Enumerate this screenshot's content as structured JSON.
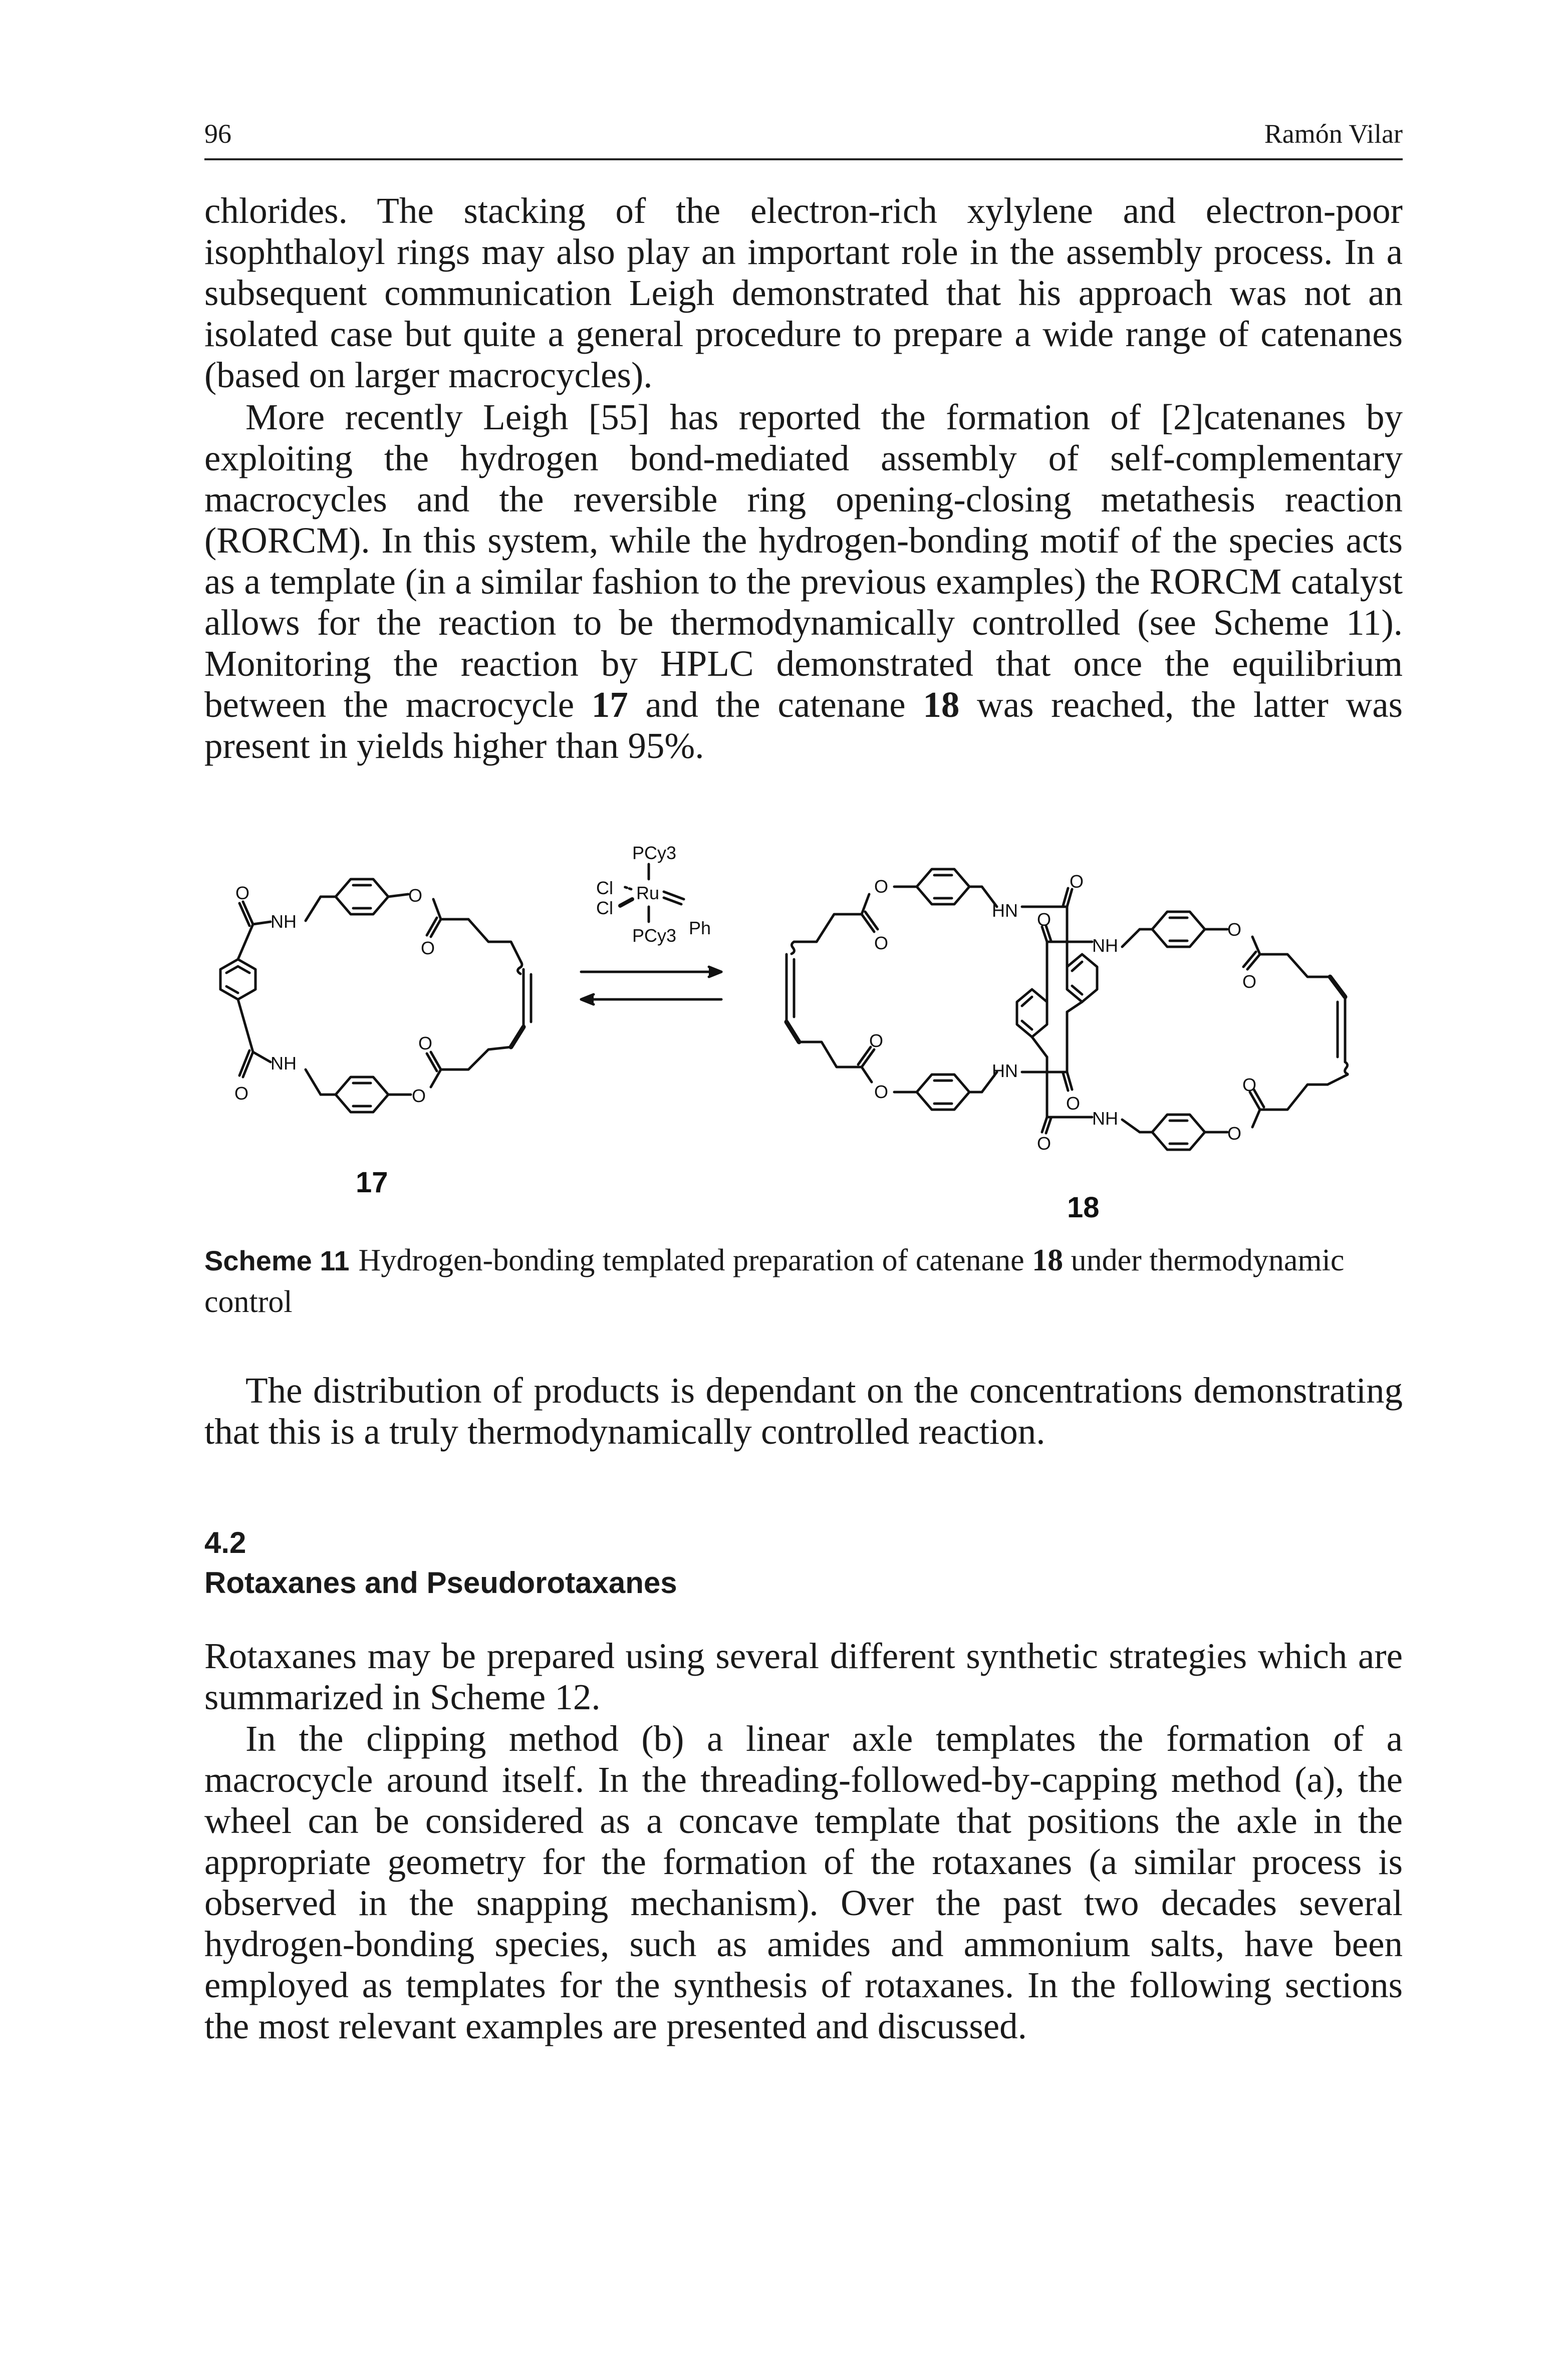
{
  "header": {
    "page_number": "96",
    "running_head": "Ramón Vilar"
  },
  "paragraphs": {
    "p1": "chlorides. The stacking of the electron-rich xylylene and electron-poor isophthaloyl rings may also play an important role in the assembly process. In a subsequent communication Leigh demonstrated that his approach was not an isolated case but quite a general procedure to prepare a wide range of catenanes (based on larger macrocycles).",
    "p2_a": "More recently Leigh [55] has reported the formation of [2]catenanes by exploiting the hydrogen bond-mediated assembly of self-complementary macrocycles and the reversible ring opening-closing metathesis reaction (RORCM). In this system, while the hydrogen-bonding motif of the species acts as a template (in a similar fashion to the previous examples) the RORCM catalyst allows for the reaction to be thermodynamically controlled (see Scheme 11). Monitoring the reaction by HPLC demonstrated that once the equilibrium between the macrocycle ",
    "p2_b": "17",
    "p2_c": " and the catenane ",
    "p2_d": "18",
    "p2_e": " was reached, the latter was present in yields higher than 95%.",
    "p3": "The distribution of products is dependant on the concentrations demonstrating that this is a truly thermodynamically controlled reaction.",
    "p4": "Rotaxanes may be prepared using several different synthetic strategies which are summarized in Scheme 12.",
    "p5": "In the clipping method (b) a linear axle templates the formation of a macrocycle around itself. In the threading-followed-by-capping method (a), the wheel can be considered as a concave template that positions the axle in the appropriate geometry for the formation of the rotaxanes (a similar process is observed in the snapping mechanism). Over the past two decades several hydrogen-bonding species, such as amides and ammonium salts, have been employed as templates for the synthesis of rotaxanes. In the following sections the most relevant examples are presented and discussed."
  },
  "scheme": {
    "compound_17": "17",
    "compound_18": "18",
    "catalyst": {
      "pcy3_top": "PCy3",
      "cl_1": "Cl",
      "cl_2": "Cl",
      "ru": "Ru",
      "ph": "Ph",
      "pcy3_bottom": "PCy3"
    },
    "atoms": {
      "o": "O",
      "nh": "NH",
      "hn": "HN"
    }
  },
  "caption": {
    "label": "Scheme 11",
    "text_a": "Hydrogen-bonding templated preparation of catenane ",
    "text_b": "18",
    "text_c": " under thermodynamic control"
  },
  "section": {
    "number": "4.2",
    "title": "Rotaxanes and Pseudorotaxanes"
  }
}
